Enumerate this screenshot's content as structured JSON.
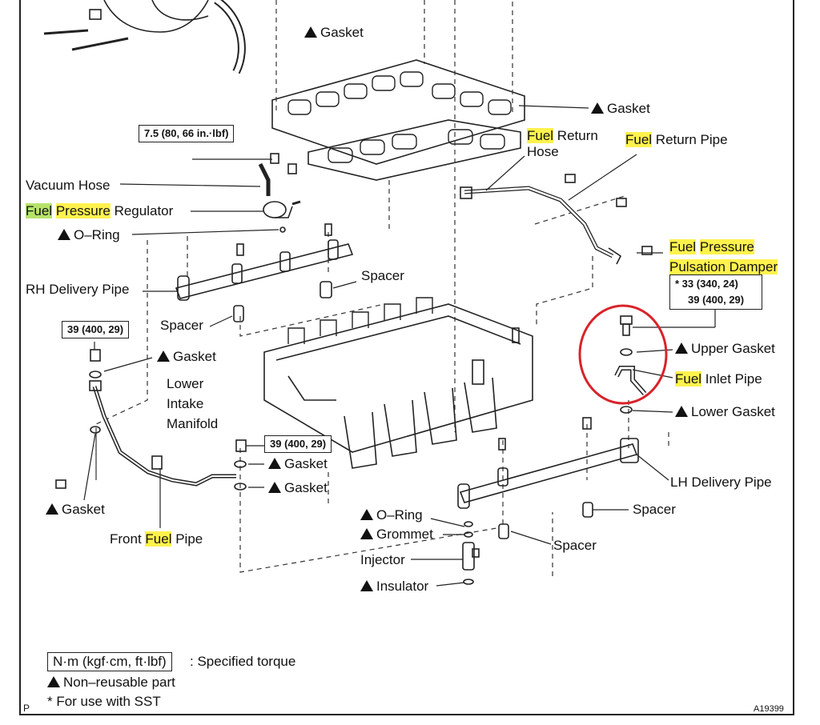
{
  "labels": {
    "gasket_top": "Gasket",
    "gasket_upper_right": "Gasket",
    "fuel_return_hose_1": "Fuel",
    "fuel_return_hose_2": " Return",
    "fuel_return_hose_3": "Hose",
    "fuel_return_pipe_1": "Fuel",
    "fuel_return_pipe_2": " Return Pipe",
    "vacuum_hose": "Vacuum Hose",
    "fpr_1": "Fuel",
    "fpr_2": "Pressure",
    "fpr_3": " Regulator",
    "oring_top": "O–Ring",
    "damper_1": "Fuel",
    "damper_2": "Pressure",
    "damper_3": "Pulsation Damper",
    "rh_delivery_pipe": "RH Delivery Pipe",
    "spacer_mid": "Spacer",
    "spacer_left": "Spacer",
    "upper_gasket": "Upper Gasket",
    "gasket_left": "Gasket",
    "lower_intake_1": "Lower",
    "lower_intake_2": "Intake",
    "lower_intake_3": "Manifold",
    "fuel_inlet_pipe_1": "Fuel",
    "fuel_inlet_pipe_2": " Inlet Pipe",
    "lower_gasket": "Lower Gasket",
    "gasket_mid_1": "Gasket",
    "gasket_mid_2": "Gasket",
    "lh_delivery_pipe": "LH Delivery Pipe",
    "gasket_bottom_left": "Gasket",
    "spacer_right": "Spacer",
    "oring_bottom": "O–Ring",
    "front_fuel_pipe_1": "Front ",
    "front_fuel_pipe_2": "Fuel",
    "front_fuel_pipe_3": " Pipe",
    "grommet": "Grommet",
    "spacer_bottom": "Spacer",
    "injector": "Injector",
    "insulator": "Insulator"
  },
  "torque": {
    "t1": "7.5 (80, 66 in.·lbf)",
    "t2_a": "* 33 (340, 24)",
    "t2_b": "39 (400, 29)",
    "t3": "39 (400, 29)",
    "t4": "39 (400, 29)"
  },
  "legend": {
    "unit_box": "N·m (kgf·cm, ft·lbf)",
    "unit_text": ": Specified torque",
    "nonreusable": "Non–reusable part",
    "sst": "* For use with SST"
  },
  "corner": {
    "p": "P",
    "ref": "A19399"
  },
  "colors": {
    "highlight_yellow": "#fff24d",
    "highlight_green": "#b6e26a",
    "circle_red": "#d8232a"
  }
}
